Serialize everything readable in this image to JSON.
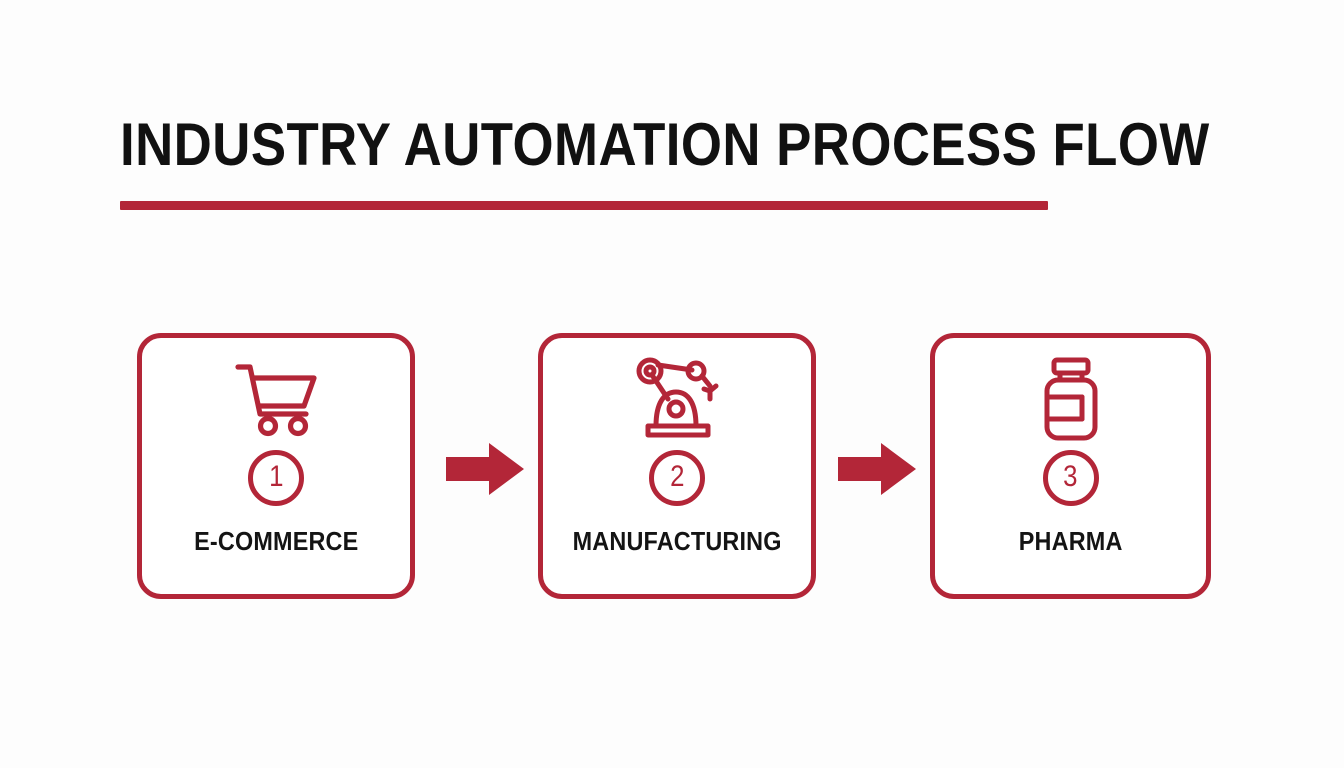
{
  "slide": {
    "title": "INDUSTRY AUTOMATION PROCESS FLOW",
    "background_color": "#fdfdfd",
    "accent_color": "#b32638",
    "text_color": "#141414"
  },
  "flow": {
    "steps": [
      {
        "number": "1",
        "label": "E-COMMERCE",
        "icon": "shopping-cart-icon"
      },
      {
        "number": "2",
        "label": "MANUFACTURING",
        "icon": "robot-arm-icon"
      },
      {
        "number": "3",
        "label": "PHARMA",
        "icon": "medicine-vial-icon"
      }
    ],
    "connectors": [
      {
        "icon": "arrow-right-icon"
      },
      {
        "icon": "arrow-right-icon"
      }
    ]
  }
}
